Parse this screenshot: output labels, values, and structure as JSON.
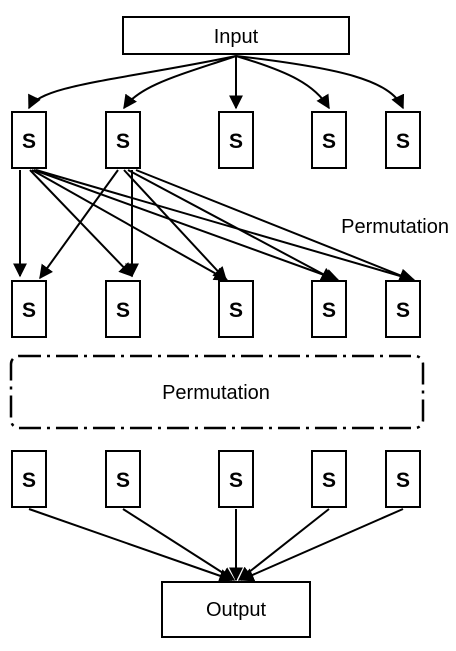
{
  "input_label": "Input",
  "output_label": "Output",
  "side_label": "Permutation",
  "permutation_box_label": "Permutation",
  "sbox_label": "S",
  "rows": [
    {
      "id": "row1",
      "count": 5
    },
    {
      "id": "row2",
      "count": 5
    },
    {
      "id": "row3",
      "count": 5
    }
  ]
}
